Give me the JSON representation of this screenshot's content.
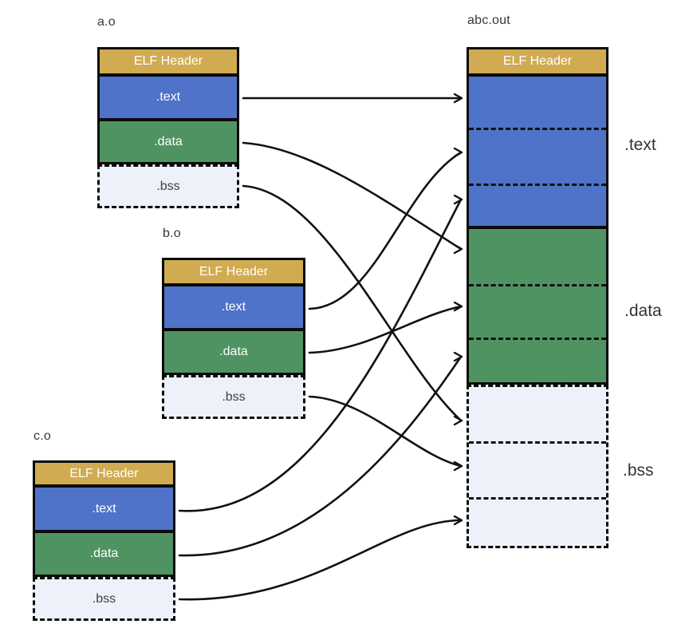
{
  "object_files": [
    {
      "title": "a.o",
      "elf_header": "ELF Header",
      "text": ".text",
      "data": ".data",
      "bss": ".bss"
    },
    {
      "title": "b.o",
      "elf_header": "ELF Header",
      "text": ".text",
      "data": ".data",
      "bss": ".bss"
    },
    {
      "title": "c.o",
      "elf_header": "ELF Header",
      "text": ".text",
      "data": ".data",
      "bss": ".bss"
    }
  ],
  "output_file": {
    "title": "abc.out",
    "elf_header": "ELF Header",
    "text_label": ".text",
    "data_label": ".data",
    "bss_label": ".bss"
  },
  "connections": [
    {
      "from": "a.o .text",
      "to": "abc.out .text segment 1"
    },
    {
      "from": "b.o .text",
      "to": "abc.out .text segment 2"
    },
    {
      "from": "c.o .text",
      "to": "abc.out .text segment 3"
    },
    {
      "from": "a.o .data",
      "to": "abc.out .data segment 1"
    },
    {
      "from": "b.o .data",
      "to": "abc.out .data segment 2"
    },
    {
      "from": "c.o .data",
      "to": "abc.out .data segment 3"
    },
    {
      "from": "a.o .bss",
      "to": "abc.out .bss segment 1"
    },
    {
      "from": "b.o .bss",
      "to": "abc.out .bss segment 2"
    },
    {
      "from": "c.o .bss",
      "to": "abc.out .bss segment 3"
    }
  ],
  "colors": {
    "elf_header_fill": "#d1ab51",
    "text_fill": "#4e73c8",
    "data_fill": "#509362",
    "bss_fill": "#ecf1fa",
    "border": "#0b0b0b",
    "arrow": "#111111",
    "label_text": "#2f3437"
  }
}
